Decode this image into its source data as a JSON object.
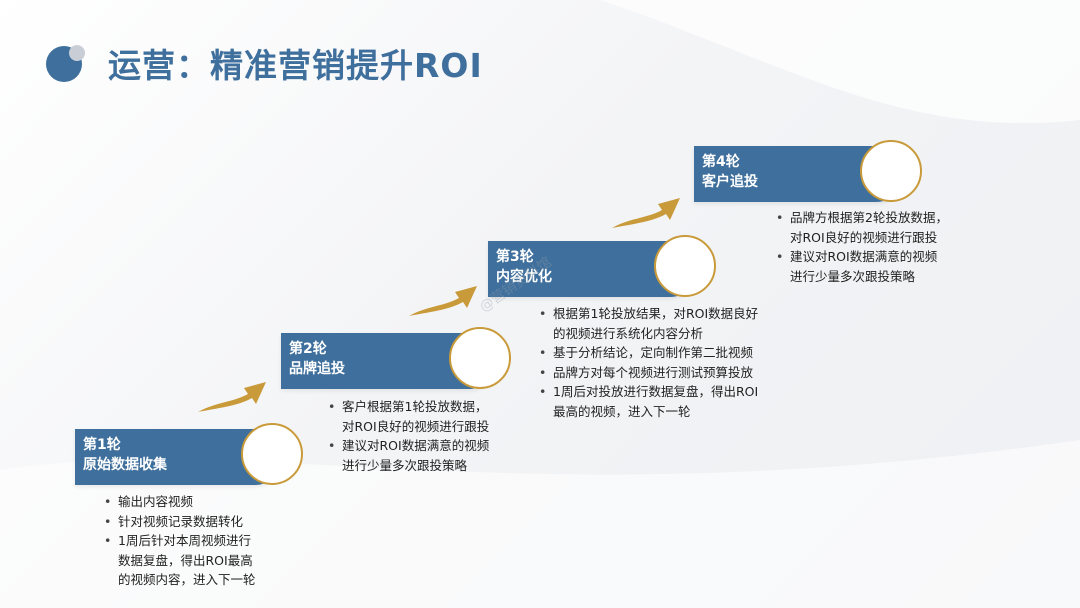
{
  "title": "运营：精准营销提升ROI",
  "watermark": "@营销资料馆",
  "colors": {
    "primary": "#3f6f9c",
    "accent": "#c99a3a",
    "text": "#222222"
  },
  "steps": [
    {
      "round": "第1轮",
      "name": "原始数据收集",
      "bullets": [
        "输出内容视频",
        "针对视频记录数据转化",
        "1周后针对本周视频进行",
        "数据复盘，得出ROI最高",
        "的视频内容，进入下一轮"
      ]
    },
    {
      "round": "第2轮",
      "name": "品牌追投",
      "bullets": [
        "客户根据第1轮投放数据，",
        "对ROI良好的视频进行跟投",
        "建议对ROI数据满意的视频",
        "进行少量多次跟投策略"
      ]
    },
    {
      "round": "第3轮",
      "name": "内容优化",
      "bullets": [
        "根据第1轮投放结果，对ROI数据良好",
        "的视频进行系统化内容分析",
        "基于分析结论，定向制作第二批视频",
        "品牌方对每个视频进行测试预算投放",
        "1周后对投放进行数据复盘，得出ROI",
        "最高的视频，进入下一轮"
      ]
    },
    {
      "round": "第4轮",
      "name": "客户追投",
      "bullets": [
        "品牌方根据第2轮投放数据，",
        "对ROI良好的视频进行跟投",
        "建议对ROI数据满意的视频",
        "进行少量多次跟投策略"
      ]
    }
  ]
}
